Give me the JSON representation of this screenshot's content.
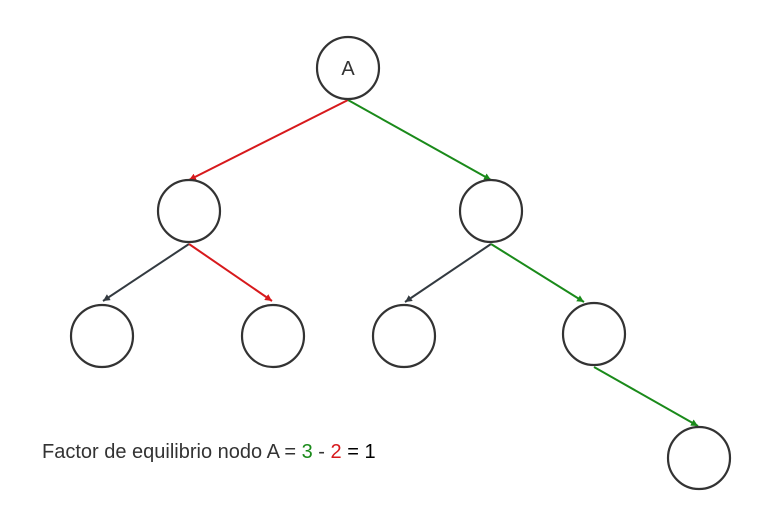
{
  "colors": {
    "node_stroke": "#333333",
    "dark_edge": "#333a40",
    "red_edge": "#d7191c",
    "green_edge": "#1a8a1a",
    "text": "#333333"
  },
  "tree": {
    "root_label": "A",
    "nodes": [
      {
        "id": "root",
        "label": "A"
      },
      {
        "id": "left",
        "label": ""
      },
      {
        "id": "right",
        "label": ""
      },
      {
        "id": "left-left",
        "label": ""
      },
      {
        "id": "left-right",
        "label": ""
      },
      {
        "id": "right-left",
        "label": ""
      },
      {
        "id": "right-right",
        "label": ""
      },
      {
        "id": "right-right-right",
        "label": ""
      }
    ],
    "edges": [
      {
        "from": "root",
        "to": "left",
        "color": "red"
      },
      {
        "from": "root",
        "to": "right",
        "color": "green"
      },
      {
        "from": "left",
        "to": "left-left",
        "color": "dark"
      },
      {
        "from": "left",
        "to": "left-right",
        "color": "red"
      },
      {
        "from": "right",
        "to": "right-left",
        "color": "dark"
      },
      {
        "from": "right",
        "to": "right-right",
        "color": "green"
      },
      {
        "from": "right-right",
        "to": "right-right-right",
        "color": "green"
      }
    ]
  },
  "formula": {
    "prefix": "Factor de equilibrio nodo A = ",
    "right_height": "3",
    "minus": " - ",
    "left_height": "2",
    "equals": " = ",
    "result": "1"
  }
}
